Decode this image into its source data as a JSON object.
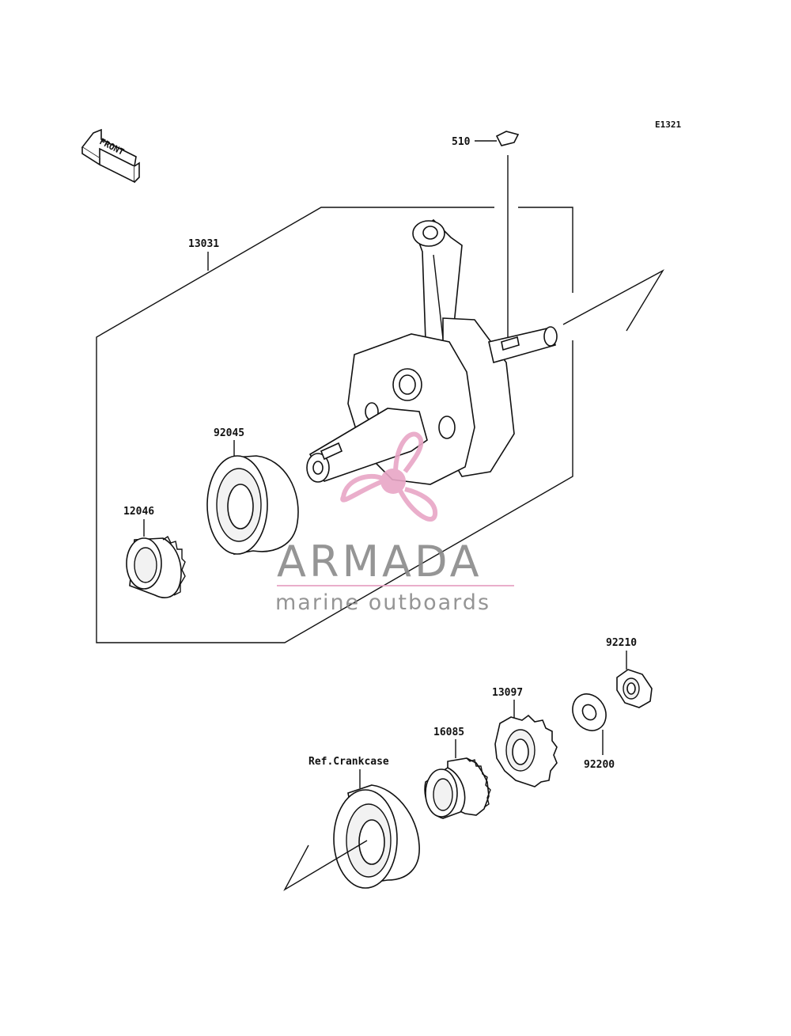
{
  "diagram": {
    "code": "E1321",
    "front_label": "FRONT",
    "parts": {
      "p510": "510",
      "p13031": "13031",
      "p92045": "92045",
      "p12046": "12046",
      "p92210": "92210",
      "p13097": "13097",
      "p16085": "16085",
      "p92200": "92200",
      "ref": "Ref.Crankcase"
    }
  },
  "watermark": {
    "brand": "ARMADA",
    "tagline": "marine outboards",
    "colors": {
      "pink": "#e8a6c6",
      "gray": "#8a8a8a"
    }
  }
}
